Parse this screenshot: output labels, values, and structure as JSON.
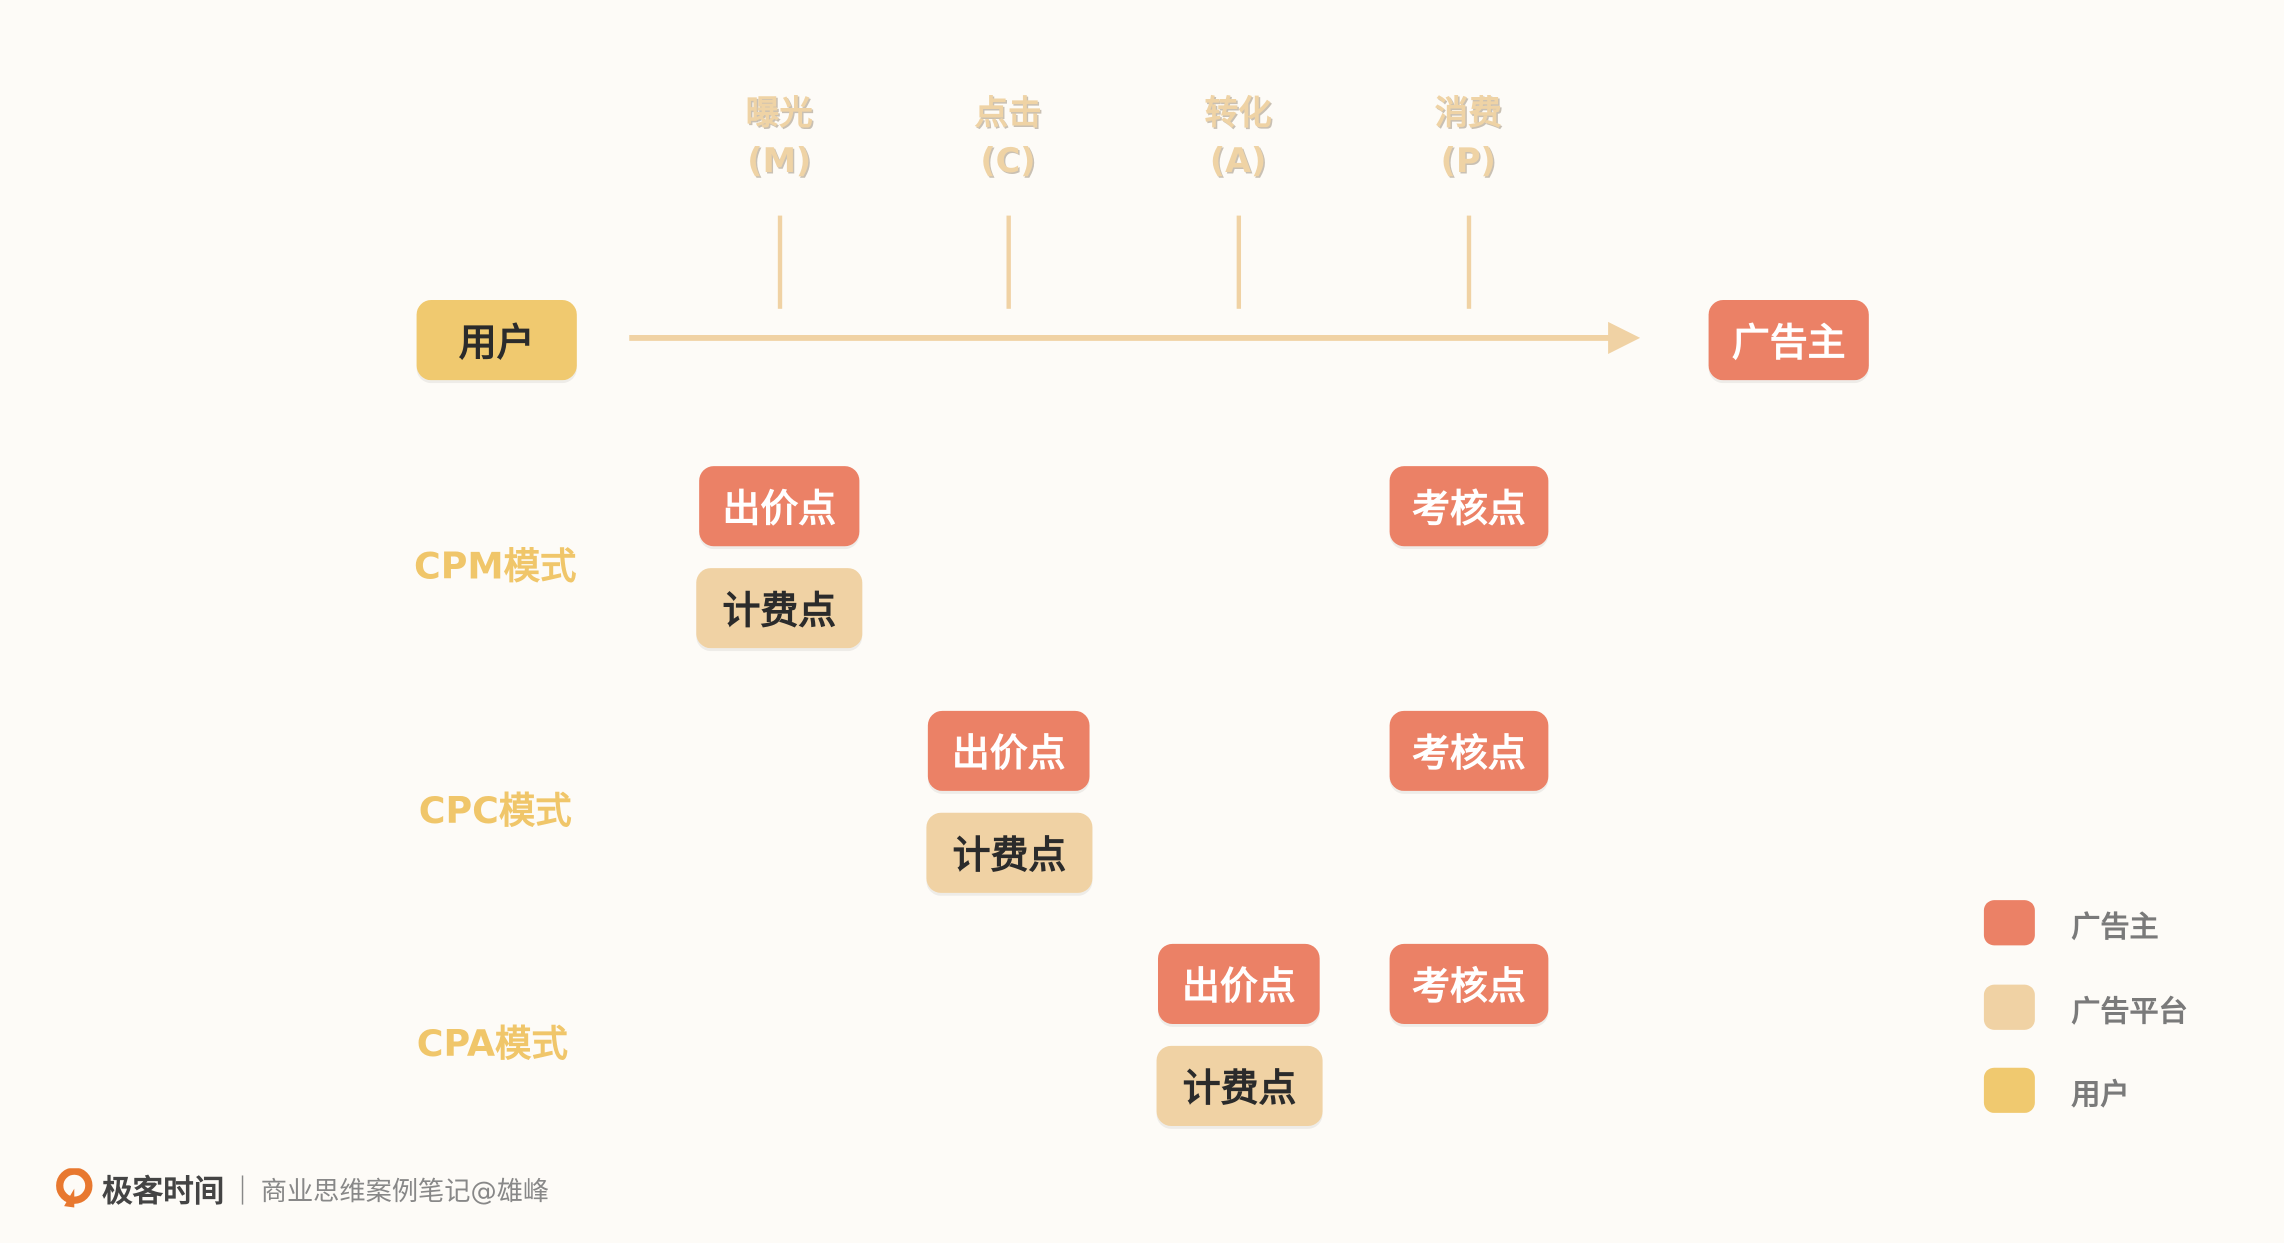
{
  "stages": [
    {
      "name": "曝光",
      "code": "(M)"
    },
    {
      "name": "点击",
      "code": "(C)"
    },
    {
      "name": "转化",
      "code": "(A)"
    },
    {
      "name": "消费",
      "code": "(P)"
    }
  ],
  "flow": {
    "start": "用户",
    "end": "广告主"
  },
  "rows": [
    {
      "label": "CPM模式",
      "bid": "出价点",
      "charge": "计费点",
      "assess": "考核点"
    },
    {
      "label": "CPC模式",
      "bid": "出价点",
      "charge": "计费点",
      "assess": "考核点"
    },
    {
      "label": "CPA模式",
      "bid": "出价点",
      "charge": "计费点",
      "assess": "考核点"
    }
  ],
  "legend": [
    {
      "label": "广告主",
      "color": "#eb8166"
    },
    {
      "label": "广告平台",
      "color": "#f0d2a4"
    },
    {
      "label": "用户",
      "color": "#f0c96f"
    }
  ],
  "footer": {
    "brand": "极客时间",
    "text": "商业思维案例笔记@雄峰"
  }
}
